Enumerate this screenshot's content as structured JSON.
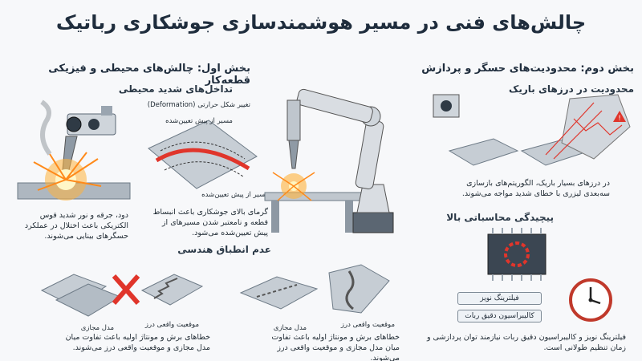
{
  "title": "چالش‌های فنی در مسیر هوشمندسازی جوشکاری رباتیک",
  "part1": {
    "heading": "بخش اول: چالش‌های محیطی و فیزیکی قطعه‌کار",
    "env": {
      "heading": "تداخل‌های شدید محیطی",
      "arc_caption": "دود، جرقه و نور شدید قوس الکتریکی باعث اختلال در عملکرد حسگرهای بینایی می‌شوند.",
      "deform_label": "تغییر شکل حرارتی (Deformation)",
      "path_top": "مسیر از پیش تعیین‌شده",
      "path_bottom": "مسیر از پیش تعیین‌شده",
      "deform_caption": "گرمای بالای جوشکاری باعث انبساط قطعه و نامعتبر شدن مسیرهای از پیش تعیین‌شده می‌شود."
    },
    "geom": {
      "heading": "عدم انطباق هندسی",
      "left_virtual": "مدل مجازی",
      "left_actual": "موقعیت واقعی درز",
      "left_caption": "خطاهای برش و مونتاژ اولیه باعث تفاوت میان مدل مجازی و موقعیت واقعی درز می‌شوند.",
      "right_virtual": "مدل مجازی",
      "right_actual": "موقعیت واقعی درز",
      "right_caption": "خطاهای برش و مونتاژ اولیه باعث تفاوت میان مدل مجازی و موقعیت واقعی درز می‌شوند."
    }
  },
  "part2": {
    "heading": "بخش دوم: محدودیت‌های حسگر و پردازش",
    "narrow": {
      "heading": "محدودیت در درزهای باریک",
      "caption": "در درزهای بسیار باریک، الگوریتم‌های بازسازی سه‌بعدی لیزری با خطای شدید مواجه می‌شوند."
    },
    "compute": {
      "heading": "پیچیدگی محاسباتی بالا",
      "tag1": "فیلترینگ نویز",
      "tag2": "کالیبراسیون دقیق ربات",
      "caption": "فیلترینگ نویز و کالیبراسیون دقیق ربات نیازمند توان پردازشی و زمان تنظیم طولانی است."
    }
  },
  "colors": {
    "accent_red": "#e0352b",
    "steel": "#b9c2cb",
    "robot": "#d9dde2",
    "spark": "#ff9a1f"
  }
}
